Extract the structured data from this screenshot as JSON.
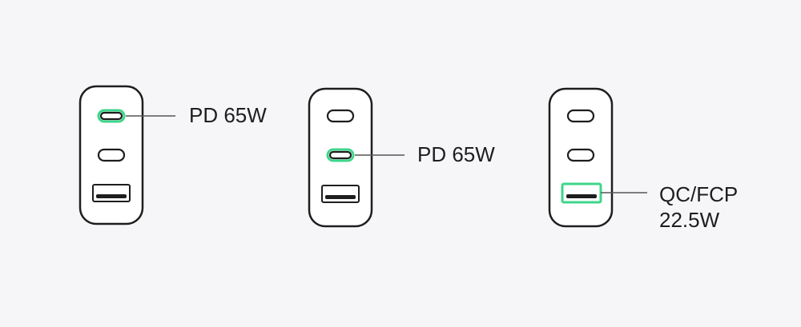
{
  "chargers": [
    {
      "name": "charger-1",
      "highlighted_port": "usb-c-1",
      "labels": [
        "PD 65W"
      ]
    },
    {
      "name": "charger-2",
      "highlighted_port": "usb-c-2",
      "labels": [
        "PD 65W"
      ]
    },
    {
      "name": "charger-3",
      "highlighted_port": "usb-a",
      "labels": [
        "QC/FCP",
        "22.5W"
      ]
    }
  ],
  "colors": {
    "outline": "#1e1e1e",
    "highlight": "#3ed68a",
    "leader": "#555555",
    "background": "#f6f6f8"
  }
}
